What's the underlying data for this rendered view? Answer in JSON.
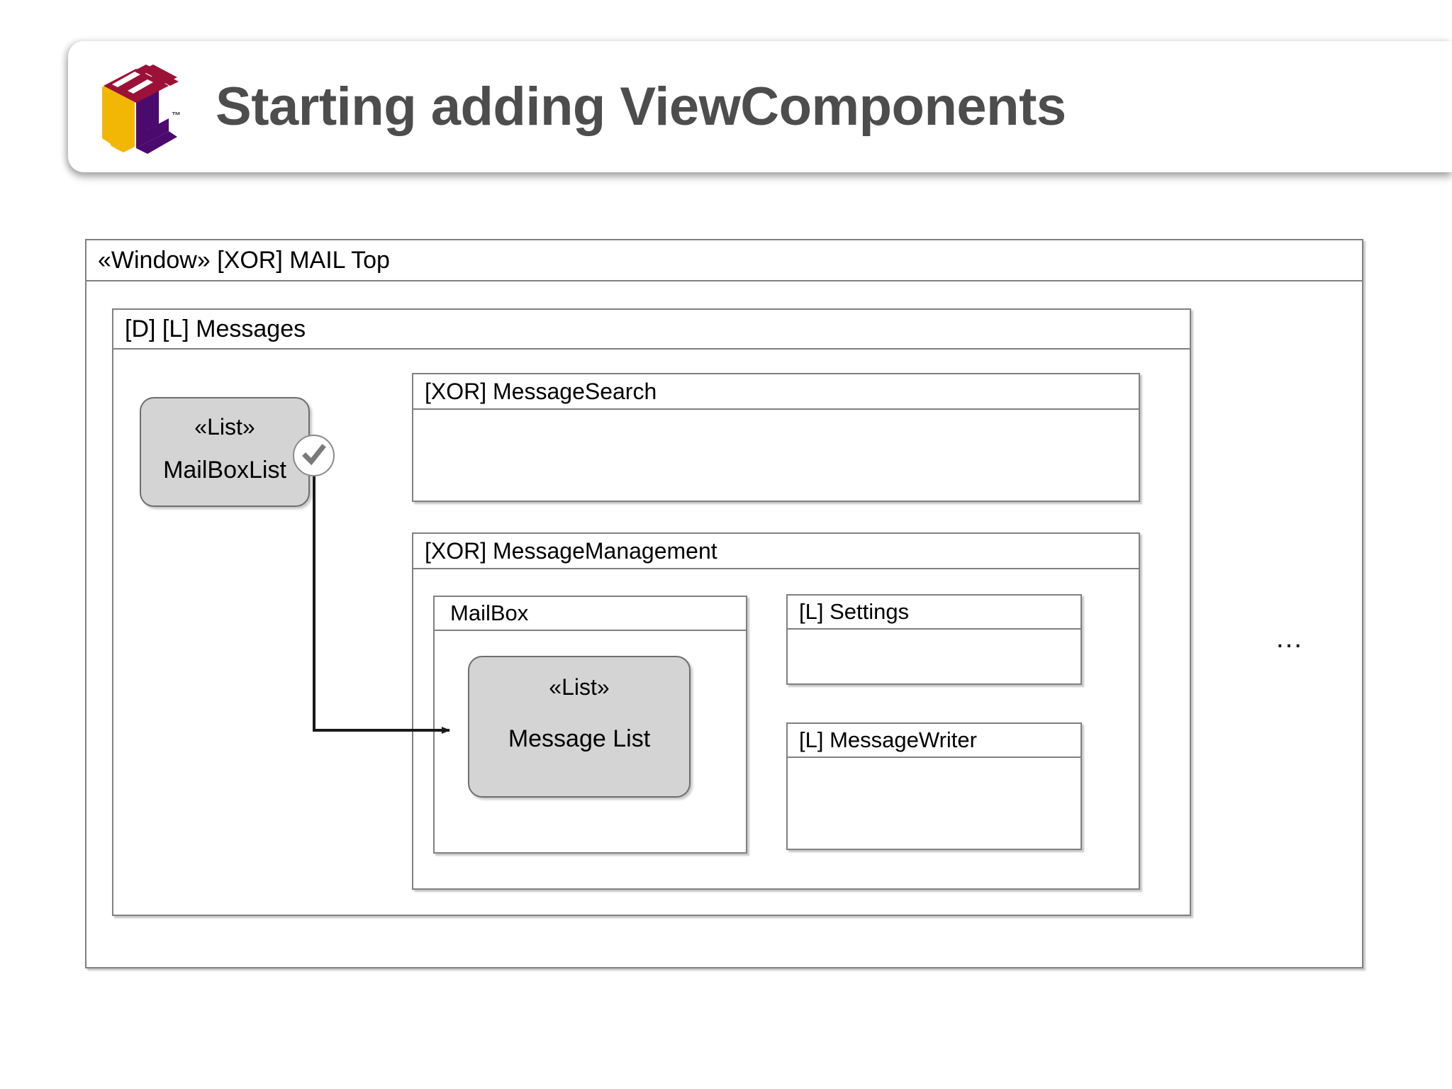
{
  "slide": {
    "title": "Starting adding ViewComponents",
    "logo_alt": "ifml-logo",
    "logo_tm": "TM",
    "title_color": "#4d4d4d"
  },
  "diagram": {
    "type": "ifml-view-container-diagram",
    "ellipsis": "…",
    "window": {
      "label": "«Window» [XOR] MAIL Top",
      "stereotype": "«Window»",
      "tag": "[XOR]",
      "name": "MAIL Top"
    },
    "messages": {
      "label": "[D] [L] Messages",
      "tags": "[D] [L]",
      "name": "Messages"
    },
    "message_search": {
      "label": "[XOR] MessageSearch",
      "tag": "[XOR]",
      "name": "MessageSearch"
    },
    "message_management": {
      "label": "[XOR] MessageManagement",
      "tag": "[XOR]",
      "name": "MessageManagement"
    },
    "mailbox": {
      "label": "MailBox",
      "name": "MailBox"
    },
    "settings": {
      "label": "[L] Settings",
      "tag": "[L]",
      "name": "Settings"
    },
    "message_writer": {
      "label": "[L] MessageWriter",
      "tag": "[L]",
      "name": "MessageWriter"
    },
    "mailboxlist": {
      "stereotype": "«List»",
      "name": "MailBoxList",
      "badge": "check-icon"
    },
    "messagelist": {
      "stereotype": "«List»",
      "name": "Message List"
    },
    "navigation_flow": {
      "from": "MailBoxList",
      "to": "Message List",
      "arrow": "filled-arrowhead"
    }
  },
  "colors": {
    "box_border": "#808080",
    "viewcomponent_fill": "#d4d4d4",
    "viewcomponent_border": "#6e6e6e",
    "connector": "#1a1a1a",
    "logo_red": "#9c1137",
    "logo_yellow": "#f2b705",
    "logo_purple": "#4b0a6e",
    "title_gray": "#4d4d4d"
  }
}
